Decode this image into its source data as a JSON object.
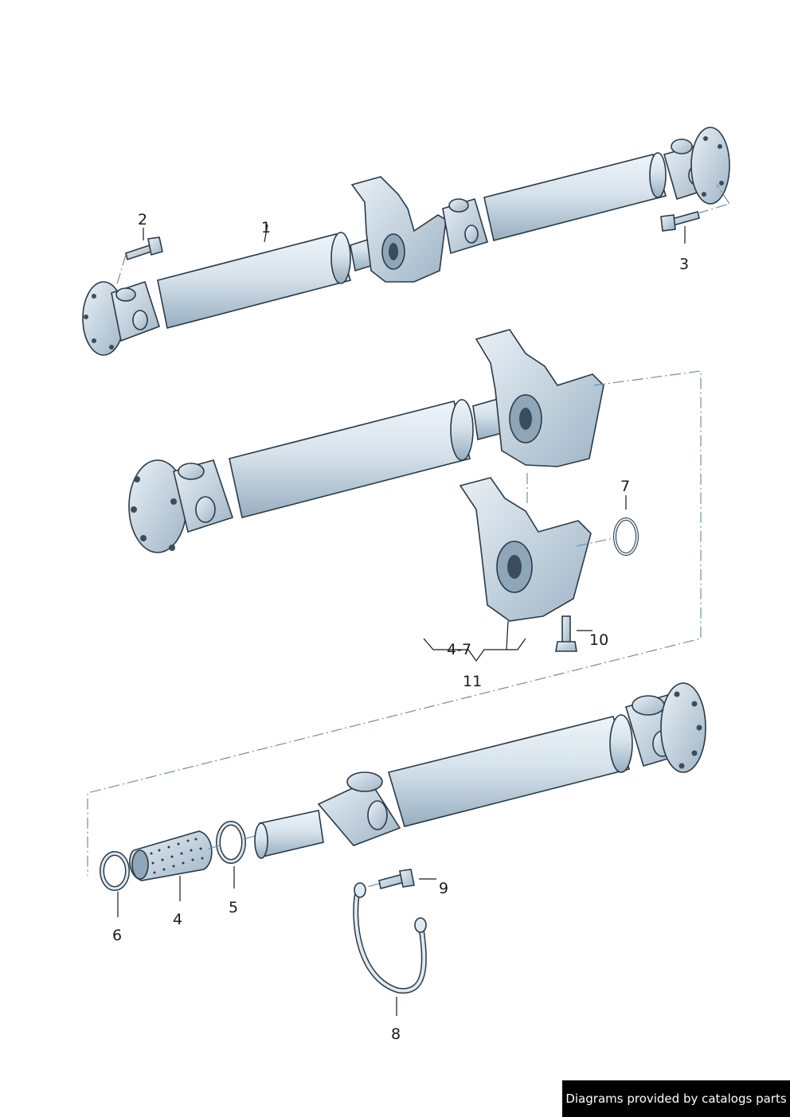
{
  "callouts": {
    "c1": "1",
    "c2": "2",
    "c3": "3",
    "c4": "4",
    "c5": "5",
    "c6": "6",
    "c7": "7",
    "c8": "8",
    "c9": "9",
    "c10": "10",
    "c11": "11",
    "c47": "4-7"
  },
  "watermark": "Diagrams provided by catalogs parts",
  "colors": {
    "part_fill": "#dfe9f1",
    "part_shade": "#a9bccb",
    "outline": "#2a3a48",
    "dash": "#6f8fa8"
  }
}
